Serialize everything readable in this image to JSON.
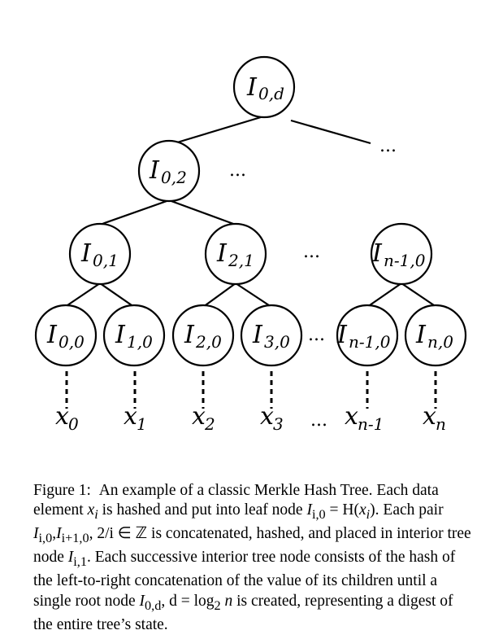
{
  "diagram": {
    "nodes": [
      {
        "id": "root",
        "base": "I",
        "sub": "0,d"
      },
      {
        "id": "n02",
        "base": "I",
        "sub": "0,2"
      },
      {
        "id": "n01",
        "base": "I",
        "sub": "0,1"
      },
      {
        "id": "n21",
        "base": "I",
        "sub": "2,1"
      },
      {
        "id": "nn10",
        "base": "I",
        "sub": "n-1,0"
      },
      {
        "id": "l00",
        "base": "I",
        "sub": "0,0"
      },
      {
        "id": "l10",
        "base": "I",
        "sub": "1,0"
      },
      {
        "id": "l20",
        "base": "I",
        "sub": "2,0"
      },
      {
        "id": "l30",
        "base": "I",
        "sub": "3,0"
      },
      {
        "id": "ln10",
        "base": "I",
        "sub": "n-1,0"
      },
      {
        "id": "ln0",
        "base": "I",
        "sub": "n,0"
      }
    ],
    "inputs": [
      {
        "base": "x",
        "sub": "0"
      },
      {
        "base": "x",
        "sub": "1"
      },
      {
        "base": "x",
        "sub": "2"
      },
      {
        "base": "x",
        "sub": "3"
      },
      {
        "base": "x",
        "sub": "n-1"
      },
      {
        "base": "x",
        "sub": "n"
      }
    ],
    "ellipsis": "..."
  },
  "caption": {
    "figure_label": "Figure 1:",
    "p1": "An example of a classic Merkle Hash Tree. Each data element",
    "p2": "is hashed and put into leaf node",
    "p3": "Each pair",
    "p4": "is concatenated, hashed, and placed in interior tree node",
    "p5": ". Each successive interior tree node consists of the hash of the left-to-right concatenation of the value of its children until a single root node",
    "p6": "is created, representing a digest of the entire tree’s state.",
    "xi": "x",
    "xi_sub": "i",
    "leaf_eq": "I",
    "leaf_eq_sub": "i,0",
    "leaf_eq_rhs": "= H(",
    "leaf_eq_rhs_close": ").",
    "pair_a": "I",
    "pair_a_sub": "i,0",
    "pair_b": "I",
    "pair_b_sub": "i+1,0",
    "pair_frac": "2/i ∈ ℤ",
    "interior": "I",
    "interior_sub": "i,1",
    "root": "I",
    "root_sub": "0,d",
    "root_eq": ", d = log",
    "root_eq_sub": "2",
    "root_eq_n": "n"
  }
}
